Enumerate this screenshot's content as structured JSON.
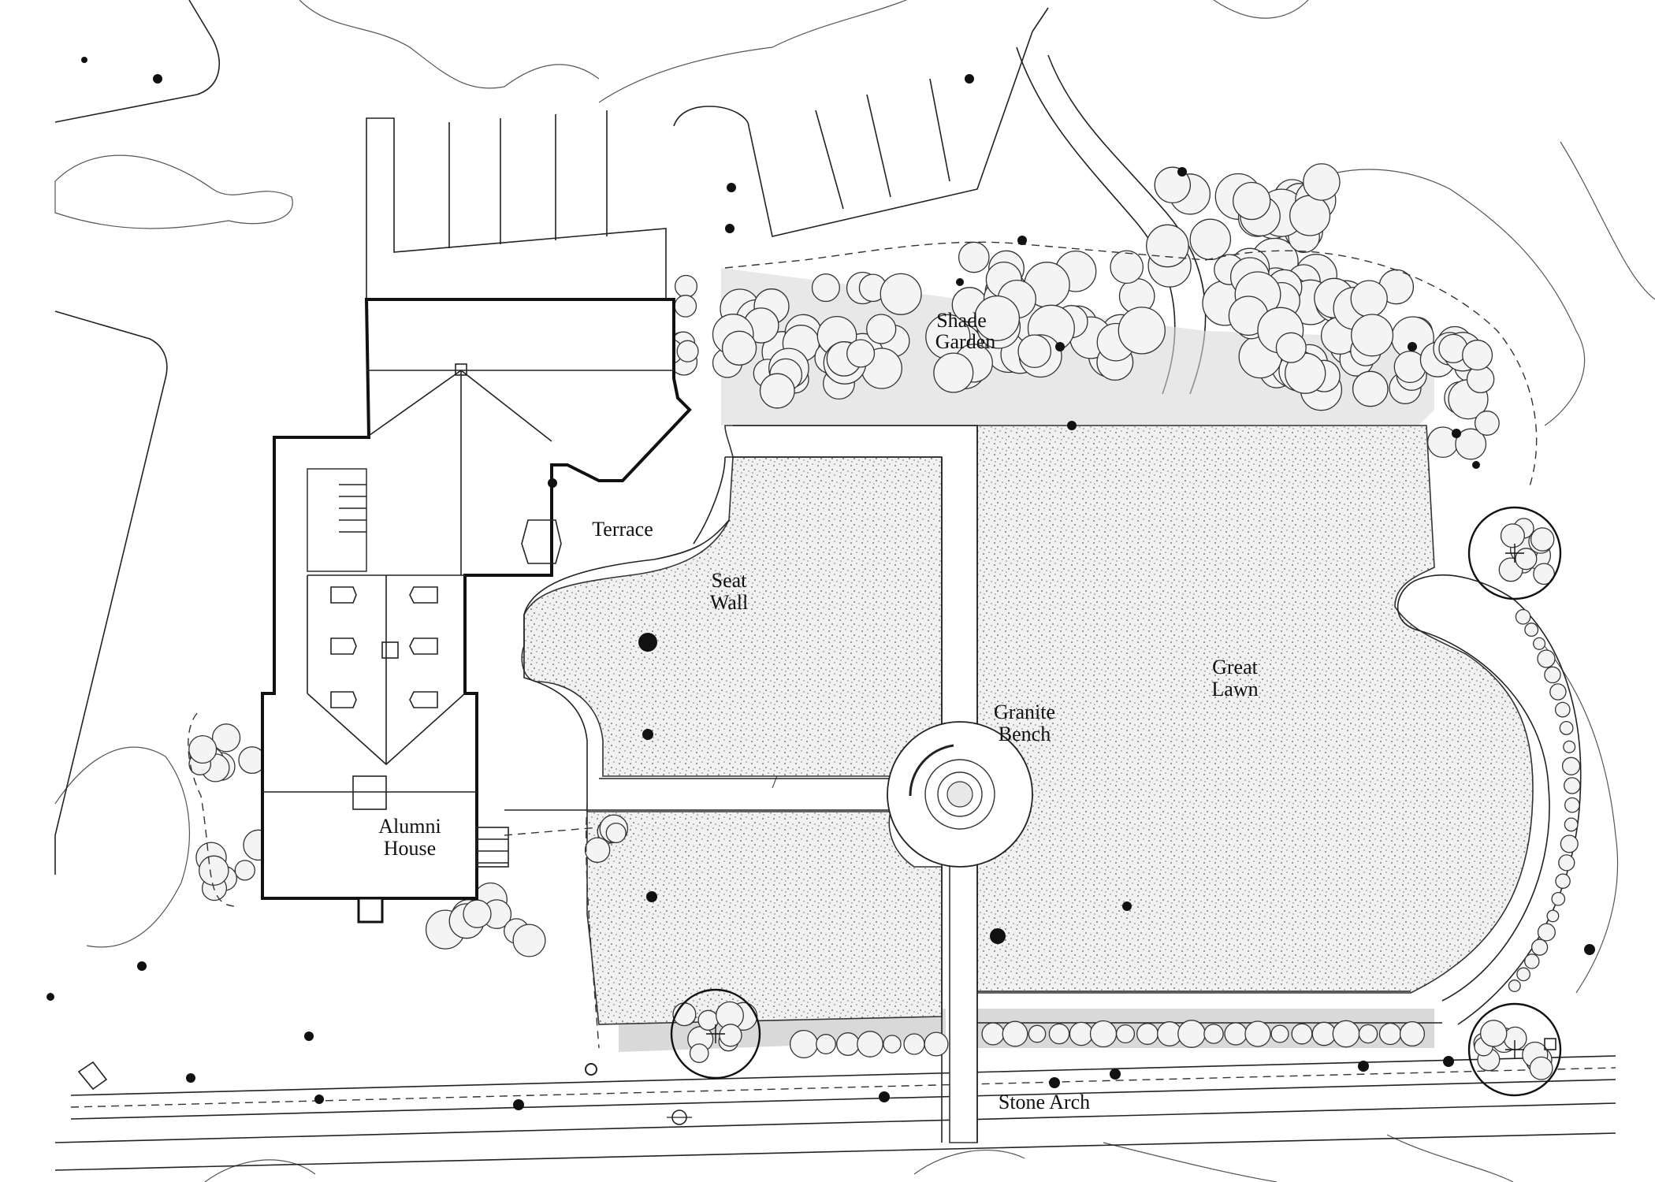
{
  "plan": {
    "labels": {
      "shade_garden": [
        "Shade",
        "Garden"
      ],
      "terrace": "Terrace",
      "seat_wall": [
        "Seat",
        "Wall"
      ],
      "great_lawn": [
        "Great",
        "Lawn"
      ],
      "granite_bench": [
        "Granite",
        "Bench"
      ],
      "alumni_house": [
        "Alumni",
        "House"
      ],
      "stone_arch": "Stone Arch"
    }
  }
}
